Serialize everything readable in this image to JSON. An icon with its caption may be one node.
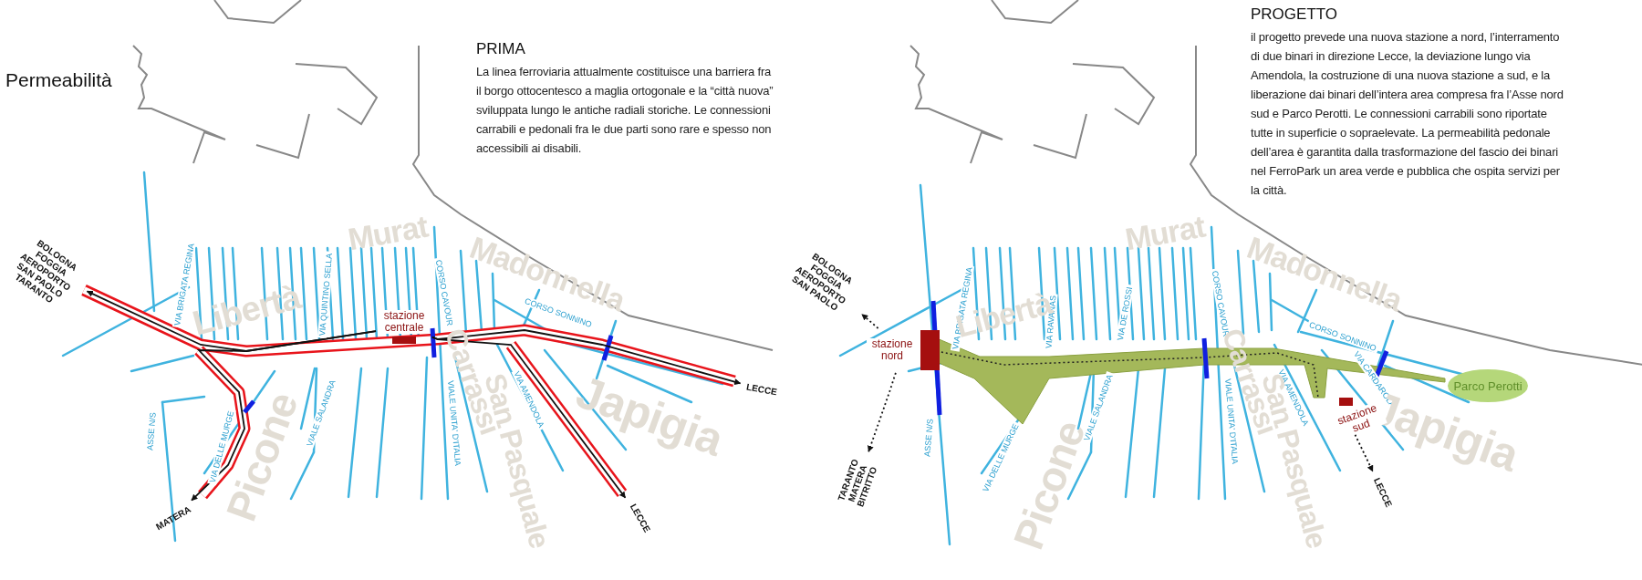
{
  "diagram": {
    "title": "Permeabilità",
    "nodes": [
      {
        "text": [
          "stazione centrale"
        ]
      },
      {
        "text": [
          "BOLOGNA FOGGIA AEROPORTO SAN PAOLO TARANTO"
        ]
      },
      {
        "text": [
          "LECCE"
        ]
      },
      {
        "text": [
          "MATERA"
        ]
      },
      {
        "text": [
          "LECCE"
        ]
      },
      {
        "text": [
          "stazione nord"
        ]
      },
      {
        "text": [
          "BOLOGNA FOGGIA AEROPORTO SAN PAOLO"
        ]
      },
      {
        "text": [
          "TARANTO MATERA BITRITTO"
        ]
      },
      {
        "text": [
          "stazione sud"
        ]
      },
      {
        "text": [
          "LECCE"
        ]
      },
      {
        "text": [
          "Parco Perotti"
        ]
      }
    ],
    "edges": [
      {
        "from": 0,
        "to": 1,
        "arrow": "to"
      },
      {
        "from": 0,
        "to": 2,
        "arrow": "to"
      },
      {
        "from": 0,
        "to": 3,
        "arrow": "to"
      },
      {
        "from": 0,
        "to": 4,
        "arrow": "to"
      },
      {
        "from": 5,
        "to": 6,
        "arrow": "to",
        "style": "dashed"
      },
      {
        "from": 5,
        "to": 7,
        "arrow": "to",
        "style": "dashed"
      },
      {
        "from": 8,
        "to": 9,
        "arrow": "to",
        "style": "dashed"
      }
    ],
    "labels": [
      "PRIMA",
      "La linea ferroviaria attualmente costituisce una barriera fra il borgo ottocentesco a maglia ortogonale e la “città nuova” sviluppata lungo le antiche radiali storiche. Le connessioni carrabili e pedonali fra le due parti sono rare e spesso non accessibili ai disabili.",
      "VIA BRIGATA REGINA",
      "VIA QUINTINO SELLA",
      "CORSO CAVOUR",
      "CORSO SONNINO",
      "ASSE N/S",
      "VIA DELLE MURGE",
      "VIALE SALANDRA",
      "VIALE UNITA' D'ITALIA",
      "VIA AMENDOLA",
      "Libertà",
      "Murat",
      "Madonnella",
      "Picone",
      "Carrassi",
      "San Pasquale",
      "Japigia",
      "PROGETTO",
      "il progetto prevede una nuova stazione a nord, l’interramento di due binari in direzione Lecce, la deviazione lungo via Amendola, la costruzione di una nuova stazione a sud, e la liberazione dai binari dell’intera area compresa fra l’Asse nord sud e Parco Perotti. Le connessioni carrabili sono riportate tutte in superficie o sopraelevate. La permeabilità pedonale dell’area è garantita dalla trasformazione del fascio dei binari nel FerroPark un area verde e pubblica che ospita servizi per la città.",
      "VIA BRIGATA REGINA",
      "VIA RAVANAS",
      "VIA DE ROSSI",
      "CORSO CAVOUR",
      "CORSO SONNINO",
      "VIA AMENDOLA",
      "VIA CARDAROLA",
      "ASSE N/S",
      "VIA DELLE MURGE",
      "VIALE SALANDRA",
      "VIALE UNITA' D'ITALIA",
      "Libertà",
      "Murat",
      "Madonnella",
      "Picone",
      "Carrassi",
      "San Pasquale",
      "Japigia"
    ]
  }
}
